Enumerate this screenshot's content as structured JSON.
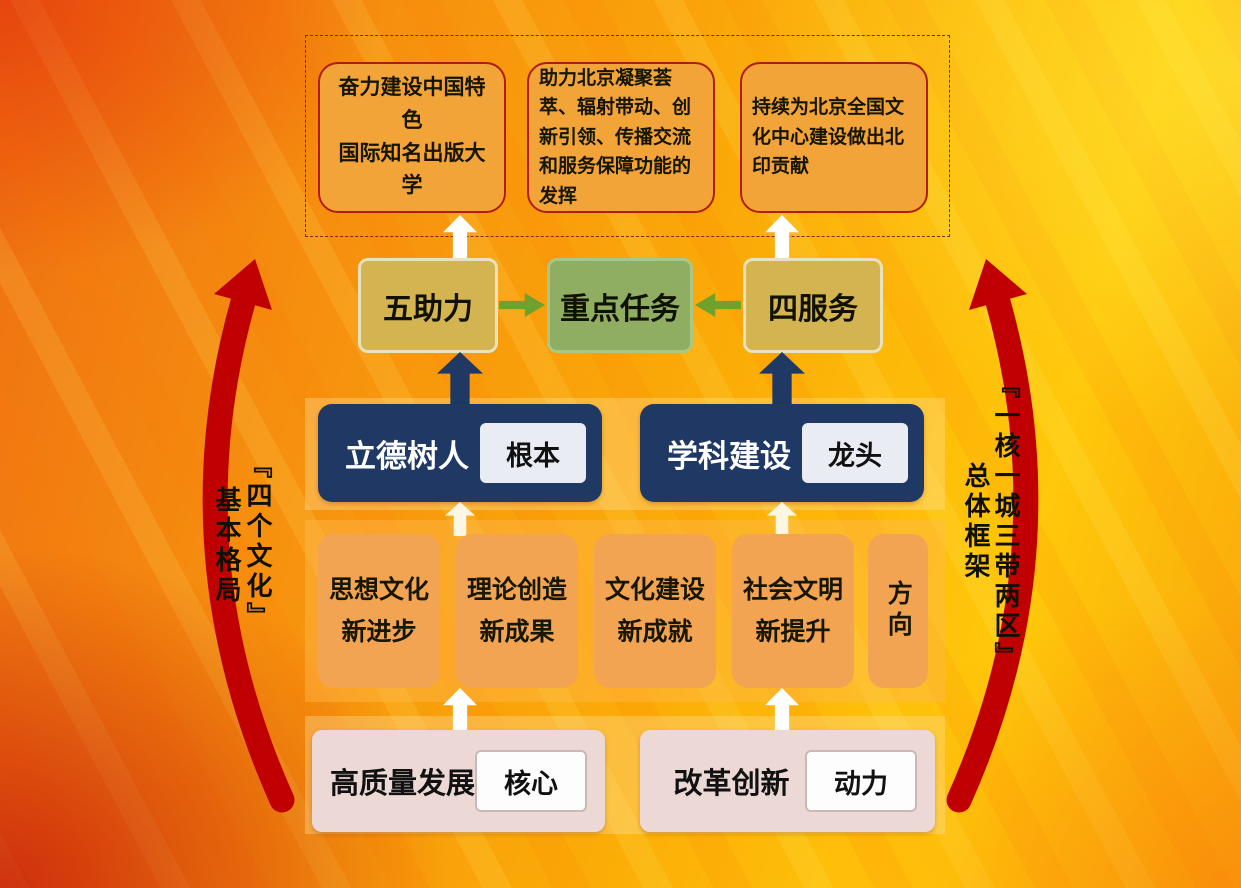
{
  "colors": {
    "background_orange": "#f7930e",
    "background_yellow": "#ffc80a",
    "curve_arrow_red": "#c00000",
    "navy": "#1f3864",
    "green_box": "#8fae61",
    "tan_box": "#d4b351",
    "green_arrow": "#6fa12c",
    "orange_item_box": "#f2a452",
    "goal_box_fill": "#f3a438",
    "goal_box_border": "#ae1e0e",
    "driver_box_fill": "#ecd9d6",
    "cream_arrow": "#fcf6e2"
  },
  "goals": {
    "items": [
      "奋力建设中国特色\n国际知名出版大学",
      "助力北京凝聚荟萃、辐射带动、创新引领、传播交流和服务保障功能的发挥",
      "持续为北京全国文化中心建设做出北印贡献"
    ]
  },
  "tasks": {
    "left": "五助力",
    "center": "重点任务",
    "right": "四服务"
  },
  "pillars": {
    "left": {
      "title": "立德树人",
      "tag": "根本"
    },
    "right": {
      "title": "学科建设",
      "tag": "龙头"
    }
  },
  "culture": {
    "items": [
      "思想文化\n新进步",
      "理论创造\n新成果",
      "文化建设\n新成就",
      "社会文明\n新提升",
      "方向"
    ]
  },
  "drivers": {
    "left": {
      "title": "高质量发展",
      "tag": "核心"
    },
    "right": {
      "title": "改革创新",
      "tag": "动力"
    }
  },
  "side_labels": {
    "left": {
      "primary": "『四个文化』",
      "secondary": "基本格局"
    },
    "right": {
      "primary": "『一核一城三带两区』",
      "secondary": "总体框架"
    }
  }
}
